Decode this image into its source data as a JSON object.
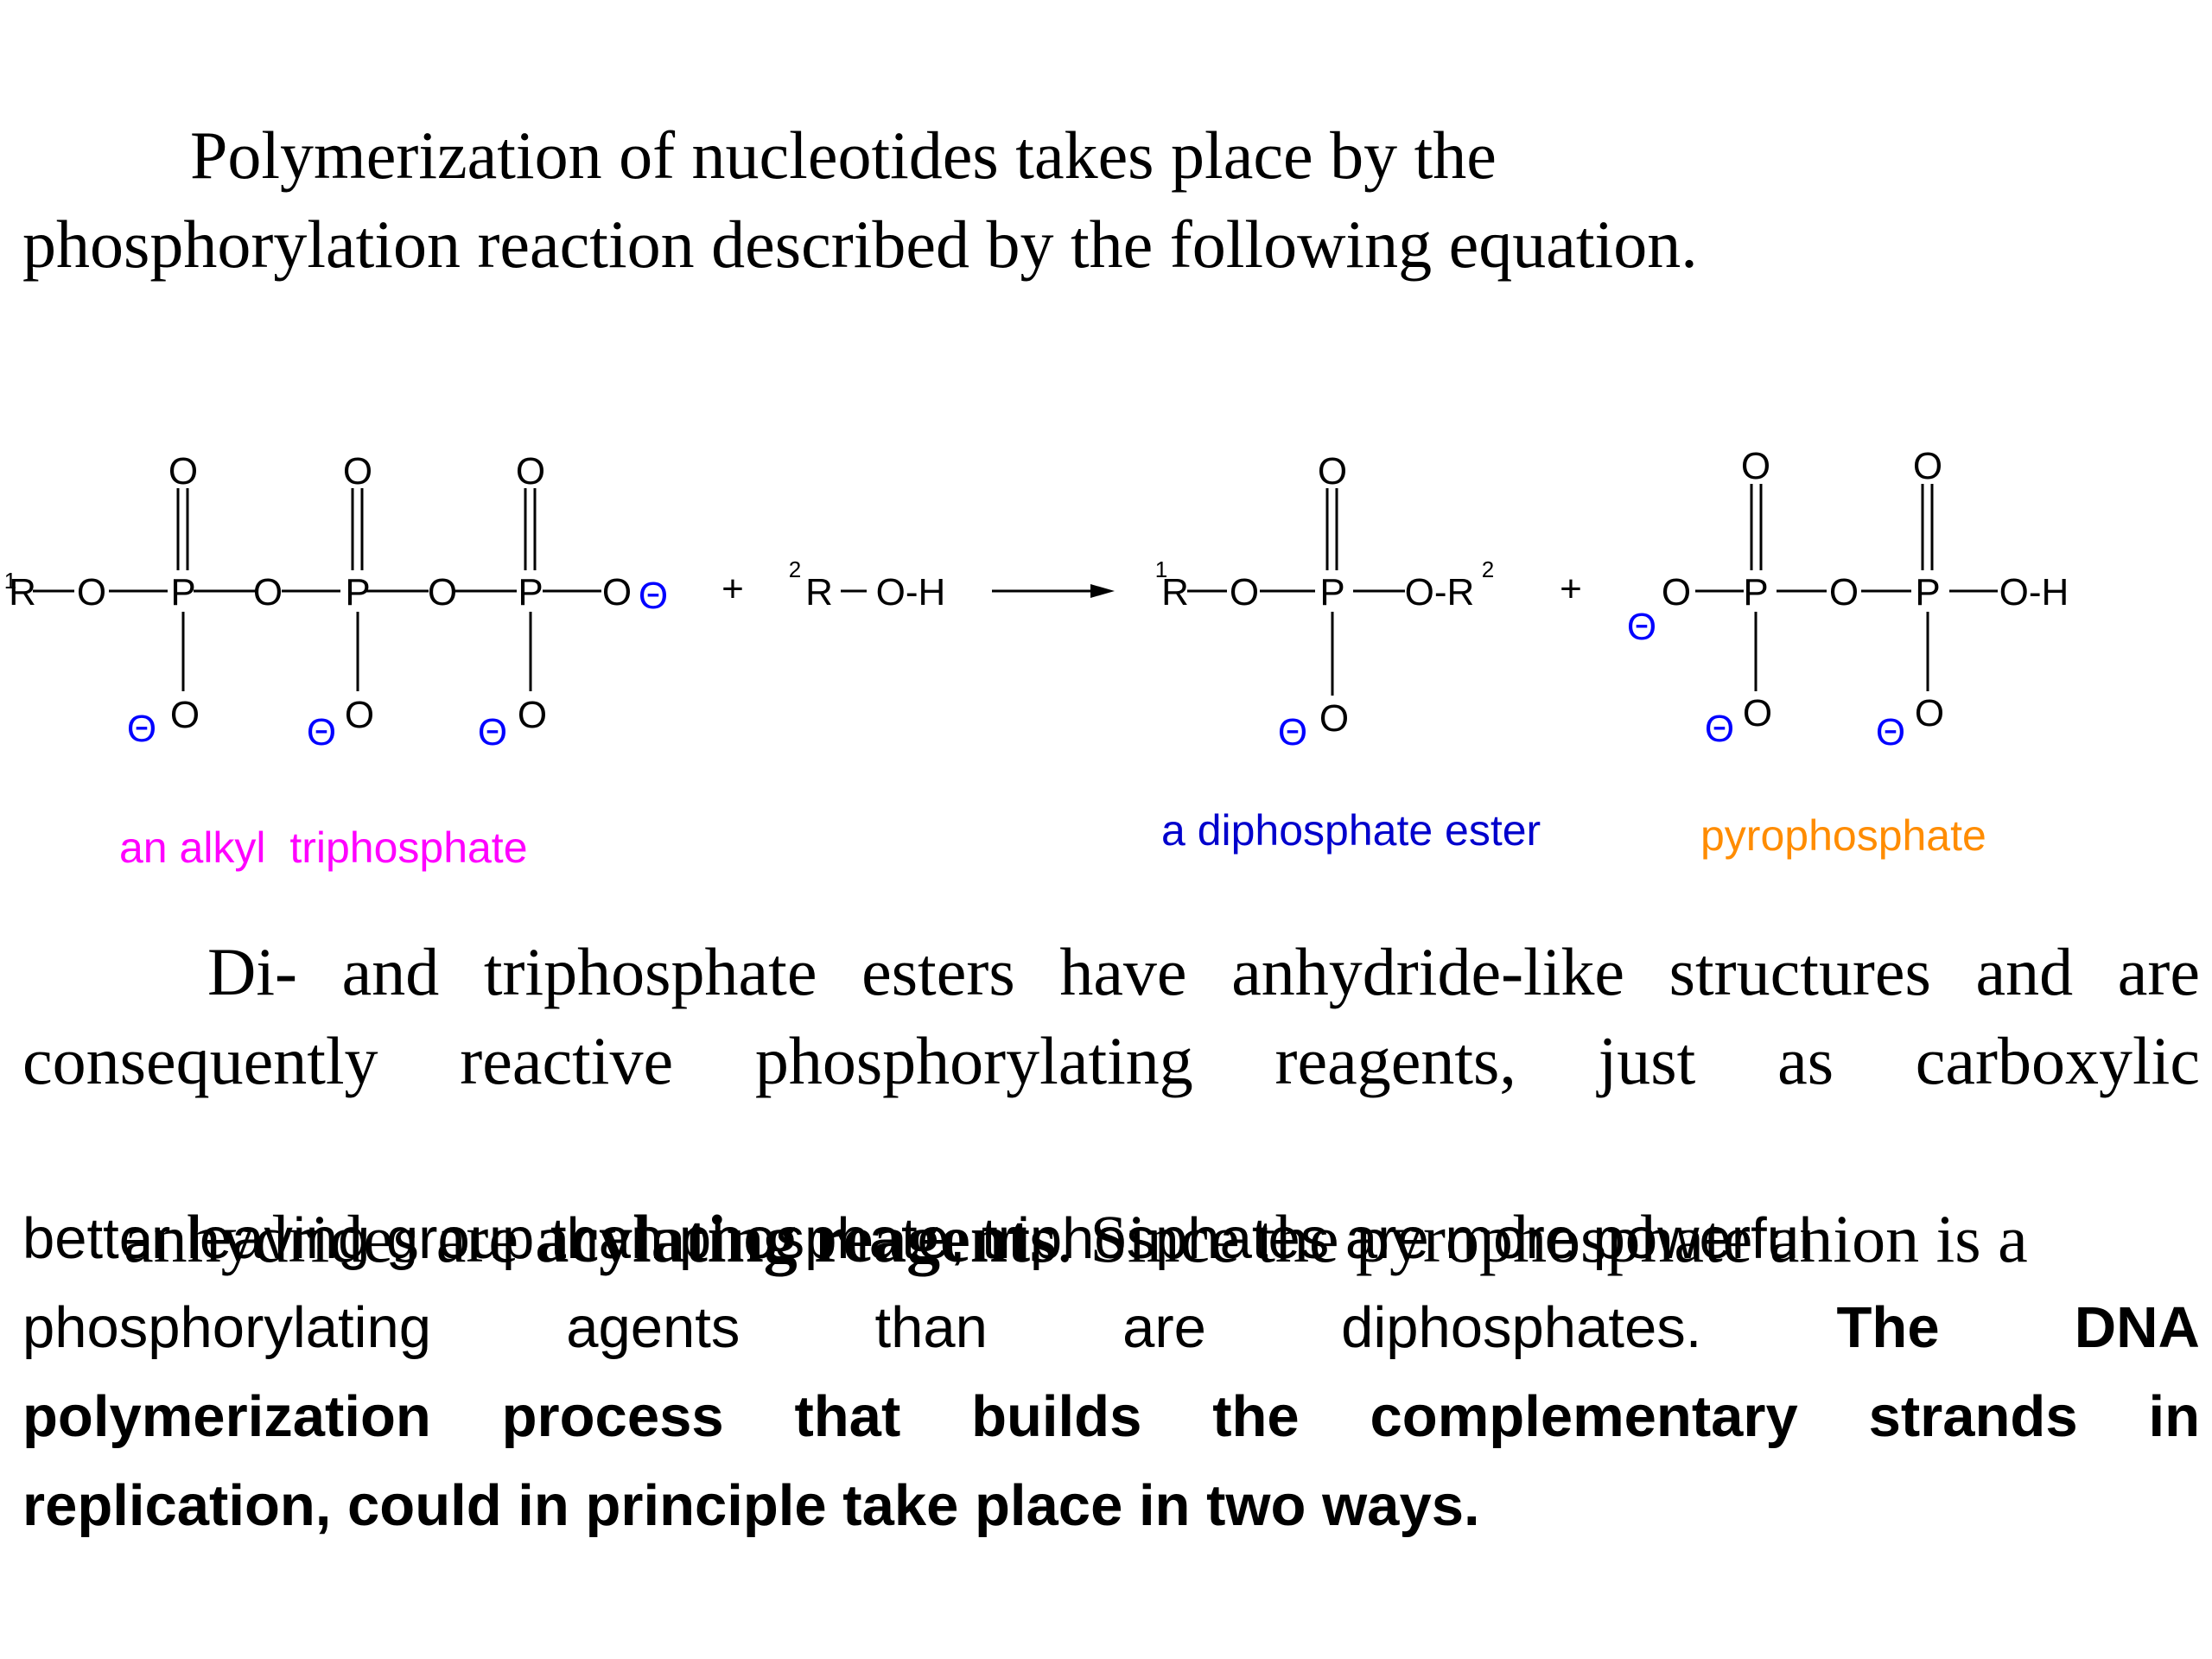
{
  "intro": {
    "line1": "Polymerization of nucleotides takes place by the",
    "line2": "phosphorylation reaction described by the following equation."
  },
  "scheme": {
    "oxygen": "O",
    "phosphorus": "P",
    "r1": "R",
    "r2": "R",
    "sup1": "1",
    "sup2": "2",
    "plus": "+",
    "o_h": "O-H",
    "o_r2": "O-R",
    "minus": "Θ",
    "label_triphosphate": "an alkyl  triphosphate",
    "label_diphosphate": "a diphosphate ester",
    "label_pyrophosphate": "pyrophosphate",
    "colors": {
      "label_triphosphate": "#ff00ff",
      "label_diphosphate": "#0000cc",
      "label_pyrophosphate": "#ff8c00",
      "charge": "#0000ff",
      "structure": "#000000"
    }
  },
  "body": {
    "l1": [
      "Di-",
      "and",
      "triphosphate",
      "esters",
      "have",
      "anhydride-like",
      "structures",
      "and",
      "are"
    ],
    "l2": [
      "consequently",
      "reactive",
      "phosphorylating",
      "reagents,",
      "just",
      "as",
      "carboxylic"
    ],
    "l3_a": "anhydrides are ",
    "l3_b": "acylating reagents",
    "l3_c": ". Since the pyrophosphate anion is a",
    "l4": "better leaving group than phosphate, triphosphates are more powerful",
    "l5": [
      "phosphorylating",
      "agents",
      "than",
      "are",
      "diphosphates."
    ],
    "l5_bold": [
      "The",
      "DNA"
    ],
    "l6": [
      "polymerization",
      "process",
      "that",
      "builds",
      "the",
      "complementary",
      "strands",
      "in"
    ],
    "l7": "replication, could in principle take place in two ways."
  }
}
